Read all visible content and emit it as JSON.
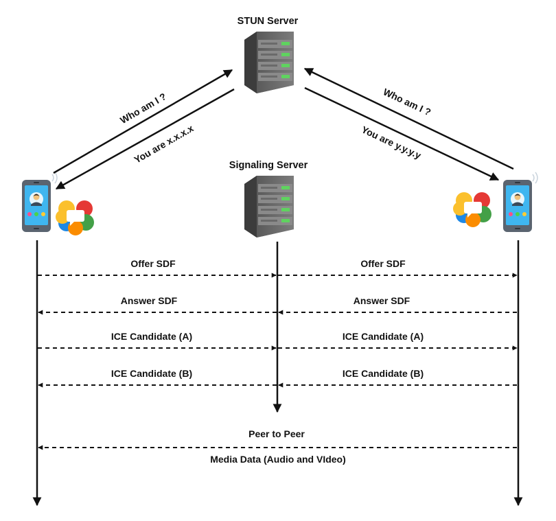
{
  "servers": {
    "stun": {
      "title": "STUN Server"
    },
    "signaling": {
      "title": "Signaling Server"
    }
  },
  "stun_exchange": {
    "left_request": "Who am I ?",
    "left_response": "You are x.x.x.x",
    "right_request": "Who am I ?",
    "right_response": "You are y.y.y.y"
  },
  "messages": {
    "offer_left": "Offer SDF",
    "offer_right": "Offer SDF",
    "answer_left": "Answer SDF",
    "answer_right": "Answer SDF",
    "ice_a_left": "ICE Candidate (A)",
    "ice_a_right": "ICE Candidate (A)",
    "ice_b_left": "ICE Candidate (B)",
    "ice_b_right": "ICE Candidate (B)"
  },
  "p2p": {
    "title": "Peer to Peer",
    "subtitle": "Media Data (Audio and VIdeo)"
  },
  "icons": {
    "left_peer": "smartphone-icon",
    "right_peer": "smartphone-icon",
    "webrtc": "webrtc-logo-icon",
    "server": "server-rack-icon"
  },
  "colors": {
    "line": "#111111",
    "server_body": "#6e6e6e",
    "server_led": "#5fd35f",
    "phone_body": "#5a6470",
    "phone_screen": "#3fb6f0",
    "webrtc_red": "#e53935",
    "webrtc_yellow": "#fbc02d",
    "webrtc_green": "#43a047",
    "webrtc_blue": "#1e88e5",
    "webrtc_orange": "#fb8c00"
  }
}
